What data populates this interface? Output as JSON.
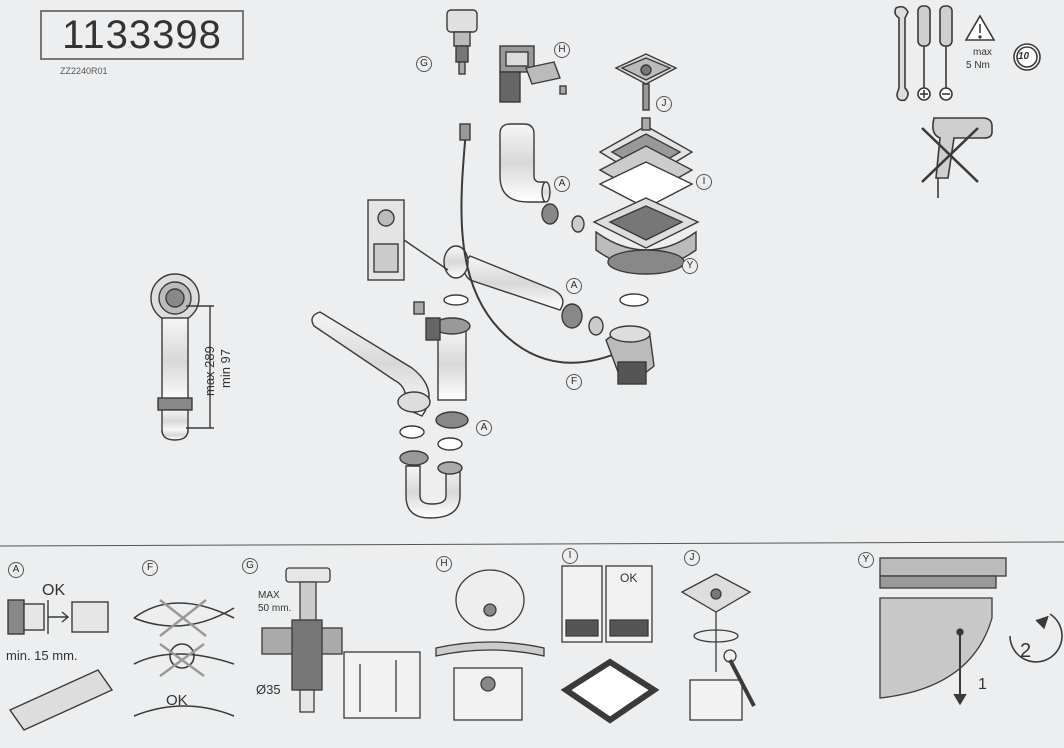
{
  "header": {
    "part_number": "1133398",
    "doc_code": "ZZ2240R01"
  },
  "warnings": {
    "torque_line1": "max",
    "torque_line2": "5 Nm",
    "torque_badge": "10"
  },
  "callouts": {
    "A": "A",
    "F": "F",
    "G": "G",
    "H": "H",
    "I": "I",
    "J": "J",
    "Y": "Y"
  },
  "dimensions": {
    "max_length": "max 289",
    "min_length": "min 97"
  },
  "details": {
    "A": {
      "ok": "OK",
      "min_length": "min. 15 mm."
    },
    "F": {
      "ok": "OK"
    },
    "G": {
      "max_label": "MAX",
      "max_value": "50 mm.",
      "diameter": "Ø35"
    },
    "I": {
      "ok": "OK"
    },
    "Y": {
      "step1": "1",
      "step2": "2"
    }
  },
  "colors": {
    "line": "#3a3a3a",
    "paper": "#eceef0",
    "shade": "#9a9a9a",
    "dark": "#505050"
  }
}
